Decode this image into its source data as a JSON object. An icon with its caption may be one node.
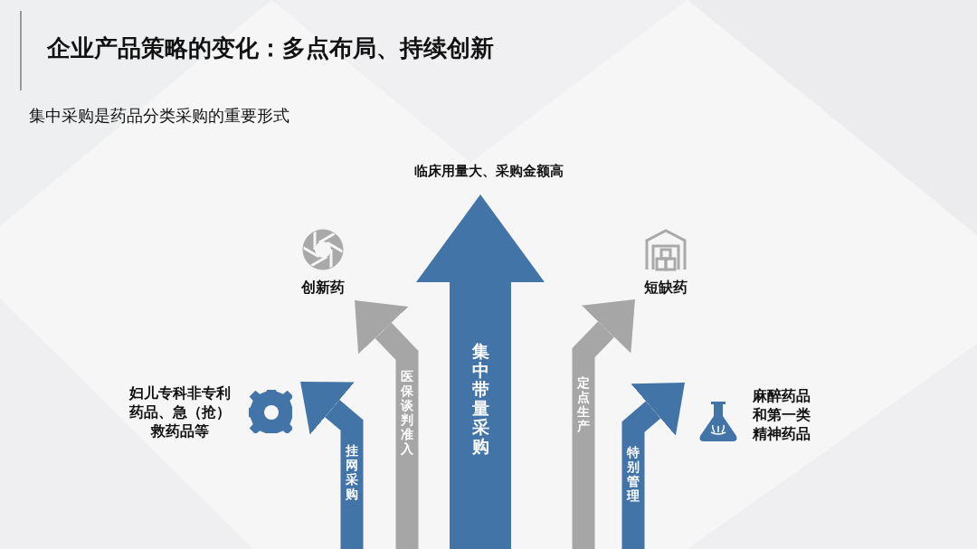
{
  "diagram": {
    "title": "企业产品策略的变化：多点布局、持续创新",
    "nodes": [
      {
        "text": [
          "临床用量大、采购金额高"
        ]
      },
      {
        "text": [
          "创新药"
        ]
      },
      {
        "text": [
          "短缺药"
        ]
      },
      {
        "text": [
          "妇儿专科非专利药品、急（抢）救药品等"
        ]
      },
      {
        "text": [
          "麻醉药品和第一类精神药品"
        ]
      }
    ],
    "edges": [
      {
        "from": null,
        "to": 3,
        "arrow": "to",
        "label": "挂网采购"
      },
      {
        "from": null,
        "to": 1,
        "arrow": "to",
        "label": "医保谈判准入",
        "color": "#a6a6a6"
      },
      {
        "from": null,
        "to": 0,
        "arrow": "to",
        "label": "集中带量采购",
        "style": "thick"
      },
      {
        "from": null,
        "to": 2,
        "arrow": "to",
        "label": "定点生产",
        "color": "#a6a6a6"
      },
      {
        "from": null,
        "to": 4,
        "arrow": "to",
        "label": "特别管理"
      }
    ],
    "labels": [
      "集中采购是药品分类采购的重要形式"
    ]
  }
}
